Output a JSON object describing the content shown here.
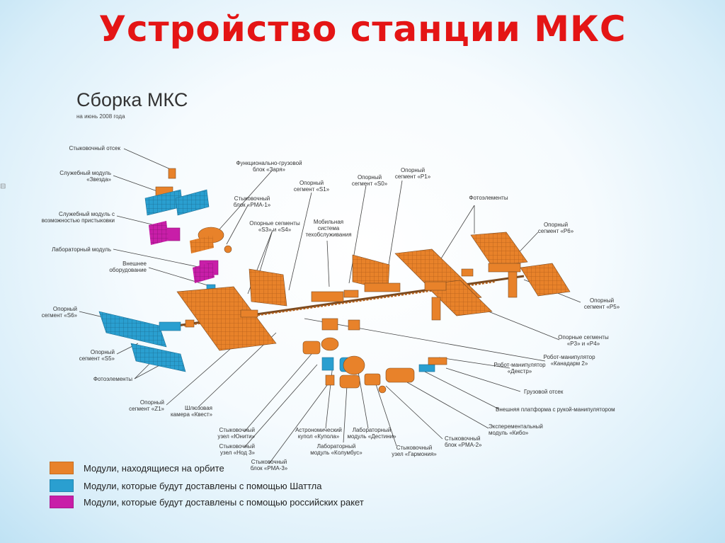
{
  "slide_title": "Устройство станции МКС",
  "diagram": {
    "title": "Сборка МКС",
    "subtitle": "на июнь 2008 года",
    "labels": {
      "docking_compartment": "Стыковочный отсек",
      "zvezda": "Служебный модуль\n«Звезда»",
      "service_module_docking": "Служебный модуль с\nвозможностью пристыковки",
      "lab_module": "Лабораторный модуль",
      "external_equipment": "Внешнее\nоборудование",
      "s6": "Опорный\nсегмент «S6»",
      "s5": "Опорный\nсегмент «S5»",
      "solar_left": "Фотоэлементы",
      "z1": "Опорный\nсегмент «Z1»",
      "quest": "Шлюзовая\nкамера «Квест»",
      "unity": "Стыковочный\nузел «Юнити»",
      "node3": "Стыковочный\nузел «Нод 3»",
      "pma3": "Стыковочный\nблок «PMA-3»",
      "cupola": "Астрономический\nкупол «Купола»",
      "columbus": "Лабораторный\nмодуль «Колумбус»",
      "destiny": "Лабораторный\nмодуль «Дестини»",
      "harmony": "Стыковочный\nузел «Гармония»",
      "pma2": "Стыковочный\nблок «PMA-2»",
      "kibo": "Эксперементальный\nмодуль «Кибо»",
      "ext_platform": "Внешняя платформа с рукой-манипулятором",
      "cargo": "Грузовой отсек",
      "dextre": "Робот-манипулятор\n«Декстр»",
      "canadarm": "Робот-манипулятор\n«Канадарм 2»",
      "p3p4": "Опорные сегменты\n«P3» и «P4»",
      "p5": "Опорный\nсегмент «P5»",
      "p6": "Опорный\nсегмент «P6»",
      "solar_right": "Фотоэлементы",
      "p1": "Опорный\nсегмент «P1»",
      "s0": "Опорный\nсегмент «S0»",
      "s1": "Опорный\nсегмент «S1»",
      "zarya": "Функционально-грузовой\nблок «Заря»",
      "pma1": "Стыковочный\nблок «PMA-1»",
      "s3s4": "Опорные сегменты\n«S3» и «S4»",
      "mss": "Мобильная\nсистема\nтехобслуживания"
    }
  },
  "legend": [
    {
      "label": "Модули, находящиеся на орбите",
      "color": "#e8822a"
    },
    {
      "label": "Модули, которые будут доставлены с помощью Шаттла",
      "color": "#2a9fd0"
    },
    {
      "label": "Модули, которые будут доставлены с помощью российских ракет",
      "color": "#c81ea8"
    }
  ],
  "colors": {
    "title": "#e41515",
    "orange": "#e8822a",
    "blue": "#2a9fd0",
    "magenta": "#c81ea8"
  }
}
